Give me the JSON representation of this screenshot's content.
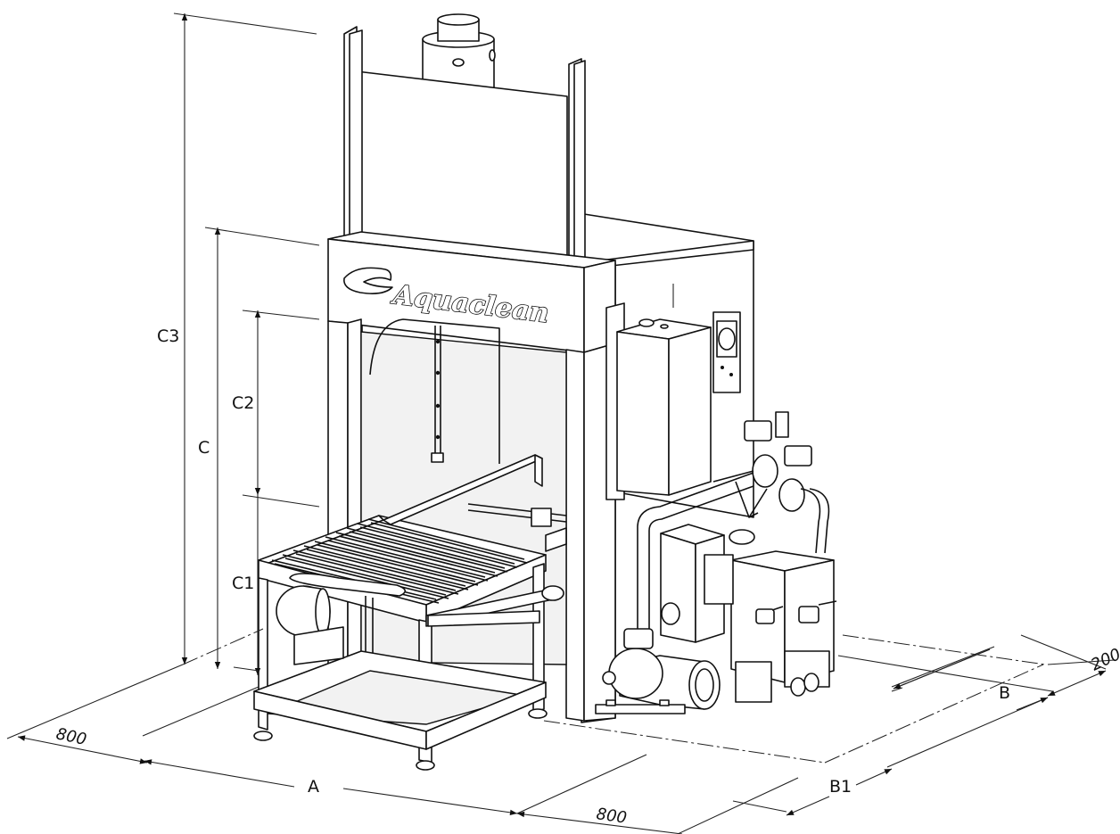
{
  "brand": {
    "name": "Aquaclean"
  },
  "dimensions": {
    "c3": "C3",
    "c": "C",
    "c2": "C2",
    "c1": "C1",
    "a": "A",
    "b": "B",
    "b1": "B1",
    "w_left": "800",
    "w_front": "800",
    "w_right": "200"
  }
}
